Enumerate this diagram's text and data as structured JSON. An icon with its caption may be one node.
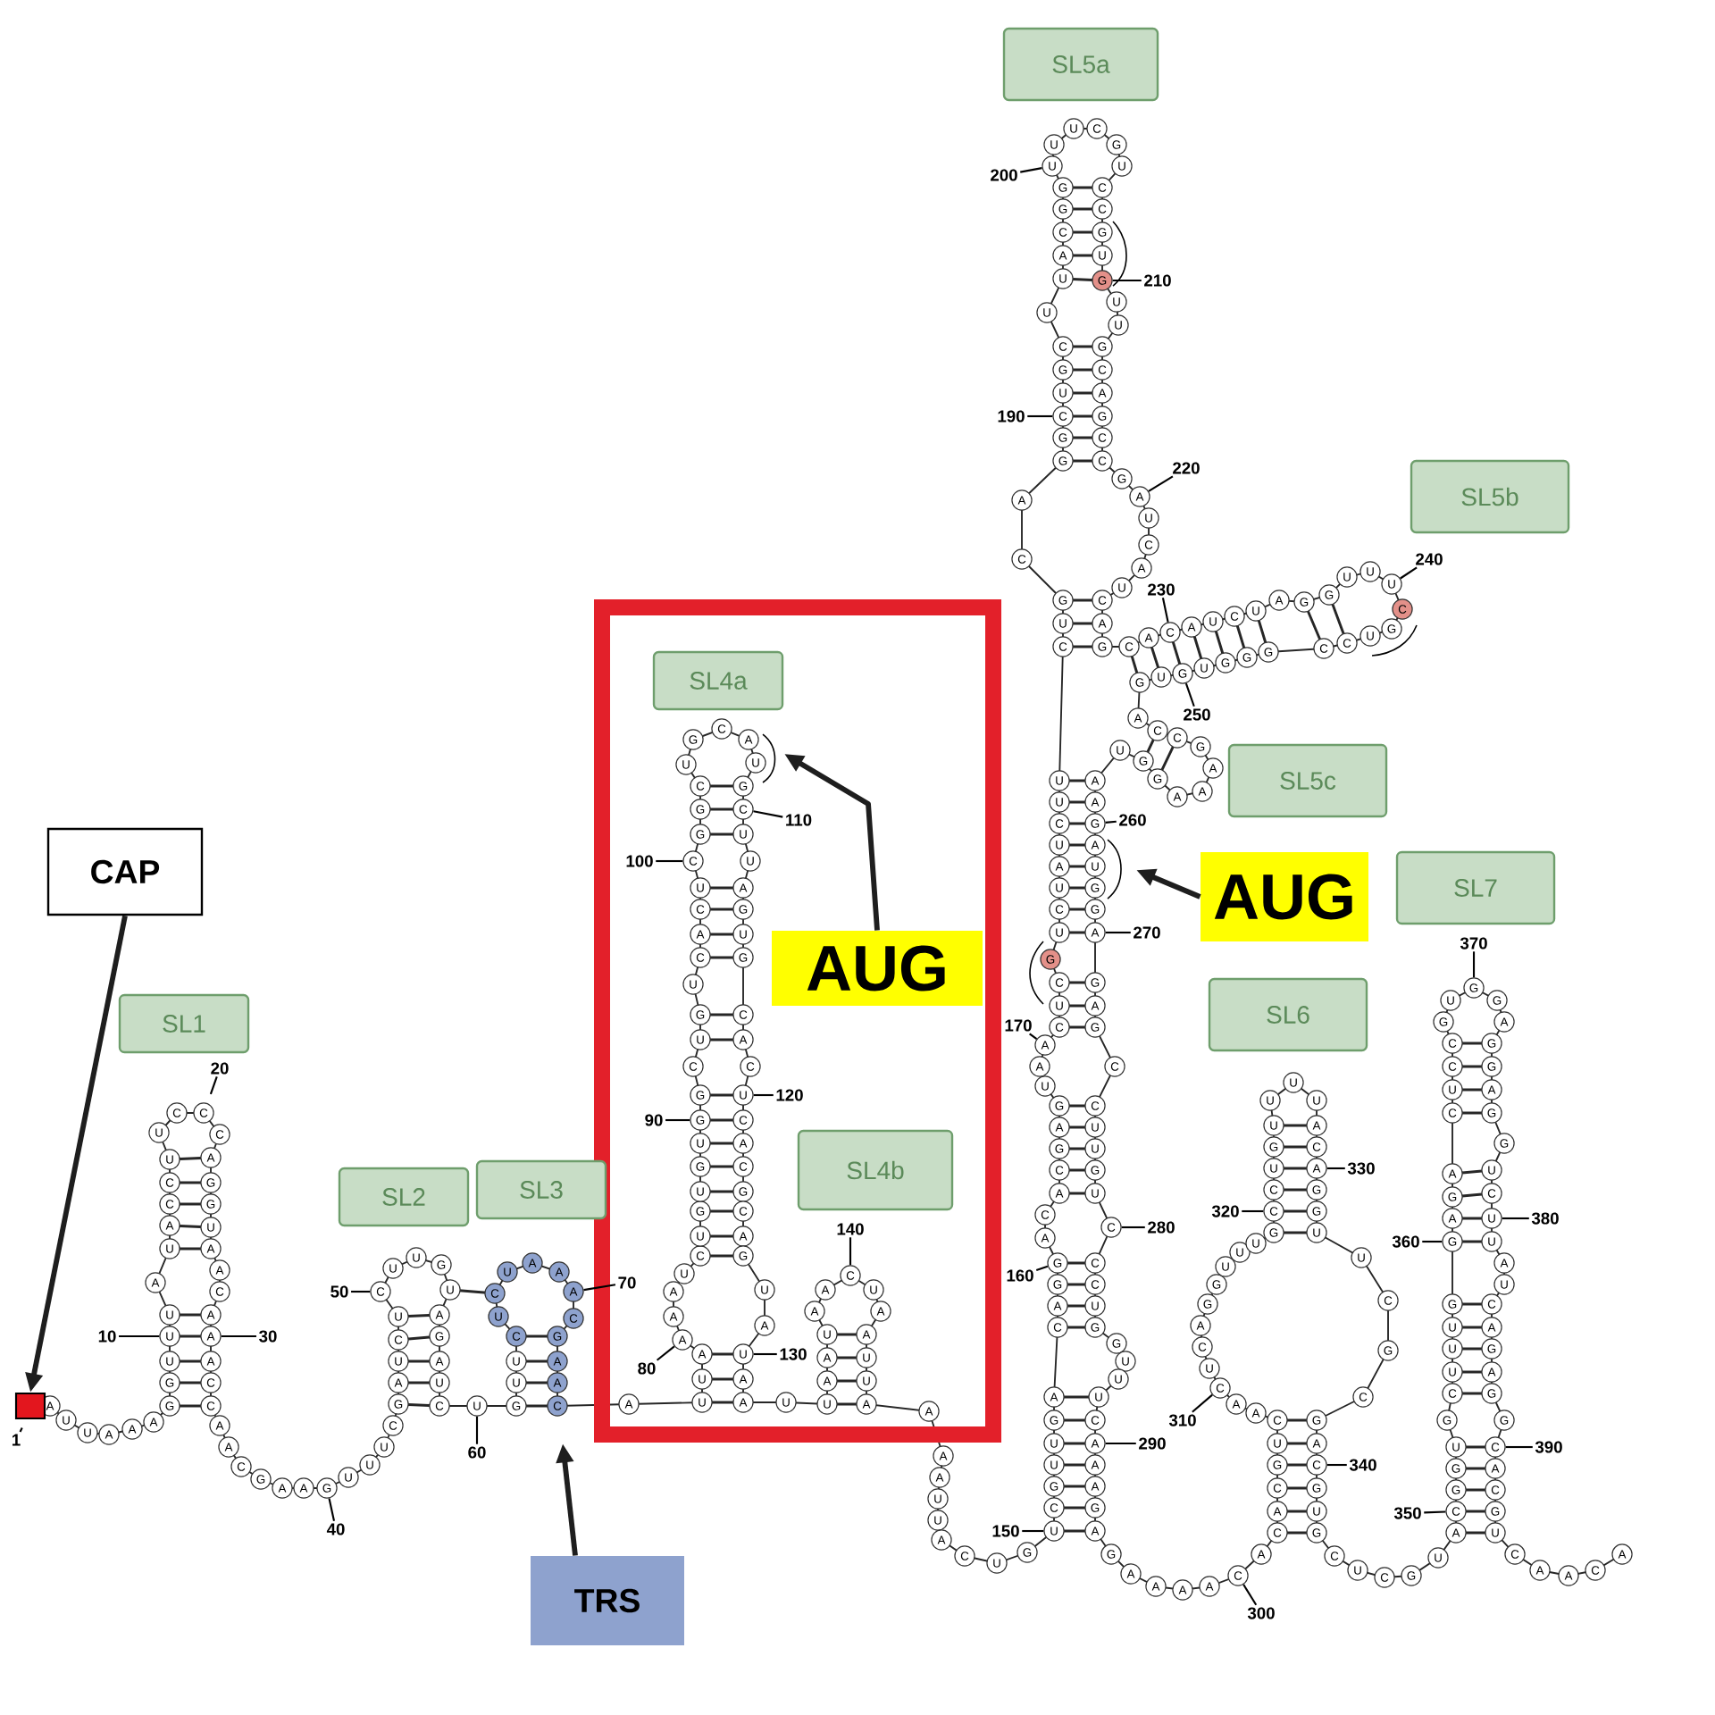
{
  "diagram": {
    "nodes": [
      {
        "text": [
          "SL5a"
        ]
      },
      {
        "text": [
          "SL5b"
        ]
      },
      {
        "text": [
          "SL4a"
        ]
      },
      {
        "text": [
          "SL5c"
        ]
      },
      {
        "text": [
          "CAP"
        ]
      },
      {
        "text": [
          "AUG"
        ]
      },
      {
        "text": [
          "SL7"
        ]
      },
      {
        "text": [
          "AUG"
        ]
      },
      {
        "text": [
          "SL6"
        ]
      },
      {
        "text": [
          "SL1"
        ]
      },
      {
        "text": [
          "SL4b"
        ]
      },
      {
        "text": [
          "SL2"
        ]
      },
      {
        "text": [
          "SL3"
        ]
      },
      {
        "text": [],
        "shape": "box"
      },
      {
        "text": [
          "TRS"
        ]
      }
    ],
    "edges": [
      {
        "from": 4,
        "to": 13,
        "arrow": "to"
      },
      {
        "from": 7,
        "to": null,
        "arrow": "to"
      },
      {
        "from": 5,
        "to": null,
        "arrow": "to"
      },
      {
        "from": 14,
        "to": null,
        "arrow": "to"
      }
    ],
    "labels": [
      "A",
      "U",
      "U",
      "A",
      "A",
      "A",
      "G",
      "G",
      "U",
      "U",
      "U",
      "A",
      "U",
      "A",
      "C",
      "C",
      "U",
      "U",
      "C",
      "C",
      "C",
      "A",
      "G",
      "G",
      "U",
      "A",
      "A",
      "C",
      "A",
      "A",
      "A",
      "C",
      "C",
      "A",
      "A",
      "C",
      "G",
      "A",
      "A",
      "G",
      "U",
      "U",
      "U",
      "C",
      "G",
      "A",
      "U",
      "C",
      "U",
      "C",
      "U",
      "U",
      "G",
      "U",
      "A",
      "G",
      "A",
      "U",
      "C",
      "U",
      "G",
      "U",
      "U",
      "C",
      "U",
      "C",
      "U",
      "A",
      "A",
      "A",
      "C",
      "G",
      "A",
      "A",
      "C",
      "A",
      "U",
      "U",
      "A",
      "A",
      "A",
      "A",
      "U",
      "C",
      "U",
      "G",
      "U",
      "G",
      "U",
      "G",
      "G",
      "C",
      "U",
      "G",
      "U",
      "C",
      "A",
      "C",
      "U",
      "C",
      "G",
      "G",
      "C",
      "U",
      "G",
      "C",
      "A",
      "U",
      "G",
      "C",
      "U",
      "U",
      "A",
      "G",
      "U",
      "G",
      "C",
      "A",
      "C",
      "U",
      "C",
      "A",
      "C",
      "G",
      "C",
      "A",
      "G",
      "U",
      "A",
      "U",
      "A",
      "A",
      "U",
      "U",
      "A",
      "A",
      "U",
      "A",
      "A",
      "C",
      "U",
      "A",
      "A",
      "U",
      "U",
      "A",
      "A",
      "A",
      "A",
      "U",
      "U",
      "A",
      "C",
      "U",
      "G",
      "U",
      "C",
      "G",
      "U",
      "U",
      "G",
      "A",
      "C",
      "A",
      "G",
      "G",
      "A",
      "C",
      "A",
      "C",
      "G",
      "A",
      "G",
      "U",
      "A",
      "A",
      "C",
      "U",
      "C",
      "G",
      "U",
      "C",
      "U",
      "A",
      "U",
      "C",
      "U",
      "U",
      "C",
      "U",
      "G",
      "C",
      "A",
      "G",
      "G",
      "C",
      "U",
      "G",
      "C",
      "U",
      "U",
      "A",
      "C",
      "G",
      "G",
      "U",
      "U",
      "U",
      "C",
      "G",
      "U",
      "C",
      "C",
      "G",
      "U",
      "G",
      "U",
      "U",
      "G",
      "C",
      "A",
      "G",
      "C",
      "C",
      "G",
      "A",
      "U",
      "C",
      "A",
      "U",
      "C",
      "A",
      "G",
      "C",
      "A",
      "C",
      "A",
      "U",
      "C",
      "U",
      "A",
      "G",
      "G",
      "U",
      "U",
      "U",
      "C",
      "G",
      "U",
      "C",
      "C",
      "G",
      "G",
      "G",
      "U",
      "G",
      "U",
      "G",
      "A",
      "C",
      "C",
      "G",
      "A",
      "A",
      "A",
      "G",
      "G",
      "U",
      "A",
      "A",
      "G",
      "A",
      "U",
      "G",
      "G",
      "A",
      "G",
      "A",
      "G",
      "C",
      "C",
      "U",
      "U",
      "G",
      "U",
      "C",
      "C",
      "C",
      "U",
      "G",
      "G",
      "U",
      "U",
      "U",
      "C",
      "A",
      "A",
      "A",
      "G",
      "A",
      "G",
      "A",
      "A",
      "A",
      "A",
      "C",
      "A",
      "C",
      "A",
      "C",
      "G",
      "U",
      "C",
      "A",
      "A",
      "C",
      "U",
      "C",
      "A",
      "G",
      "G",
      "U",
      "U",
      "U",
      "G",
      "C",
      "C",
      "U",
      "G",
      "U",
      "U",
      "U",
      "U",
      "A",
      "C",
      "A",
      "G",
      "G",
      "U",
      "U",
      "C",
      "G",
      "C",
      "G",
      "A",
      "C",
      "G",
      "U",
      "G",
      "C",
      "U",
      "C",
      "G",
      "U",
      "A",
      "C",
      "G",
      "G",
      "U",
      "G",
      "C",
      "U",
      "U",
      "U",
      "G",
      "G",
      "A",
      "G",
      "A",
      "C",
      "U",
      "C",
      "C",
      "G",
      "U",
      "G",
      "G",
      "A",
      "G",
      "G",
      "A",
      "G",
      "G",
      "U",
      "C",
      "U",
      "U",
      "A",
      "U",
      "C",
      "A",
      "G",
      "A",
      "G",
      "G",
      "C",
      "A",
      "C",
      "G",
      "U",
      "C",
      "A",
      "A",
      "C",
      "A",
      "1",
      "10",
      "20",
      "30",
      "40",
      "50",
      "60",
      "70",
      "80",
      "90",
      "100",
      "110",
      "120",
      "130",
      "140",
      "150",
      "160",
      "170",
      "190",
      "200",
      "210",
      "220",
      "230",
      "240",
      "250",
      "260",
      "270",
      "280",
      "290",
      "300",
      "310",
      "320",
      "330",
      "340",
      "350",
      "360",
      "370",
      "380",
      "390"
    ]
  }
}
